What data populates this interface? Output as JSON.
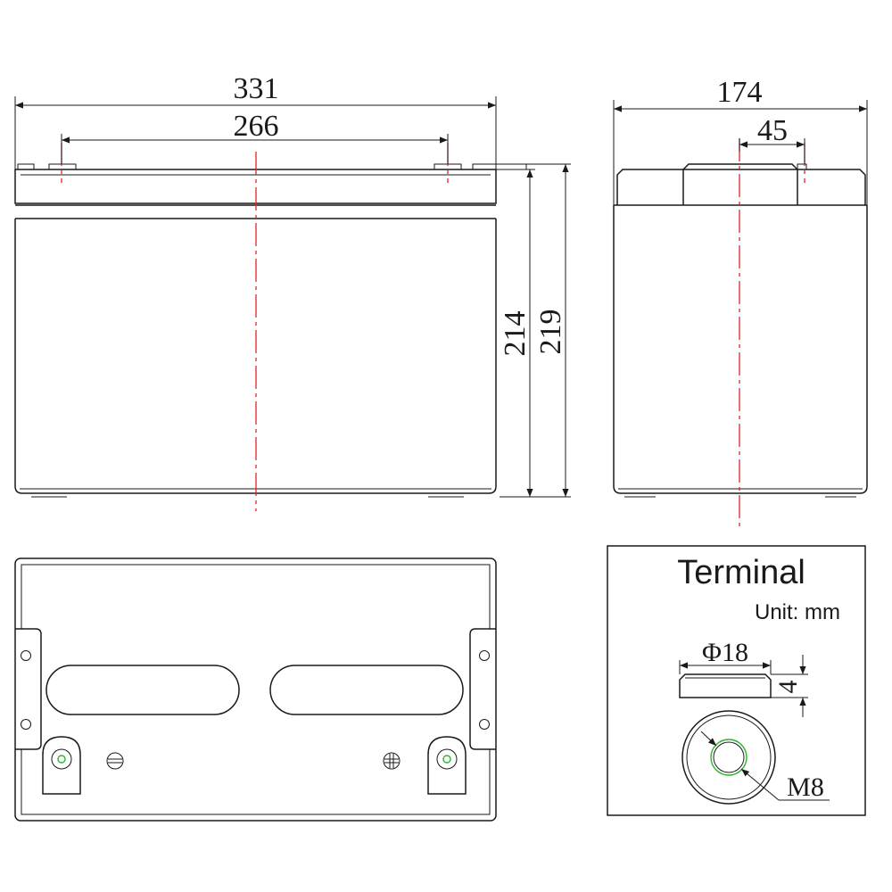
{
  "dimensions": {
    "length_overall": "331",
    "terminal_spacing": "266",
    "height_case": "214",
    "height_total": "219",
    "width": "174",
    "terminal_offset": "45"
  },
  "terminal": {
    "title": "Terminal",
    "unit": "Unit: mm",
    "diameter": "Φ18",
    "height": "4",
    "thread": "M8"
  },
  "colors": {
    "outline": "#1a1a1a",
    "centerline": "#e0242a",
    "terminal_hole": "#2bb52b"
  }
}
